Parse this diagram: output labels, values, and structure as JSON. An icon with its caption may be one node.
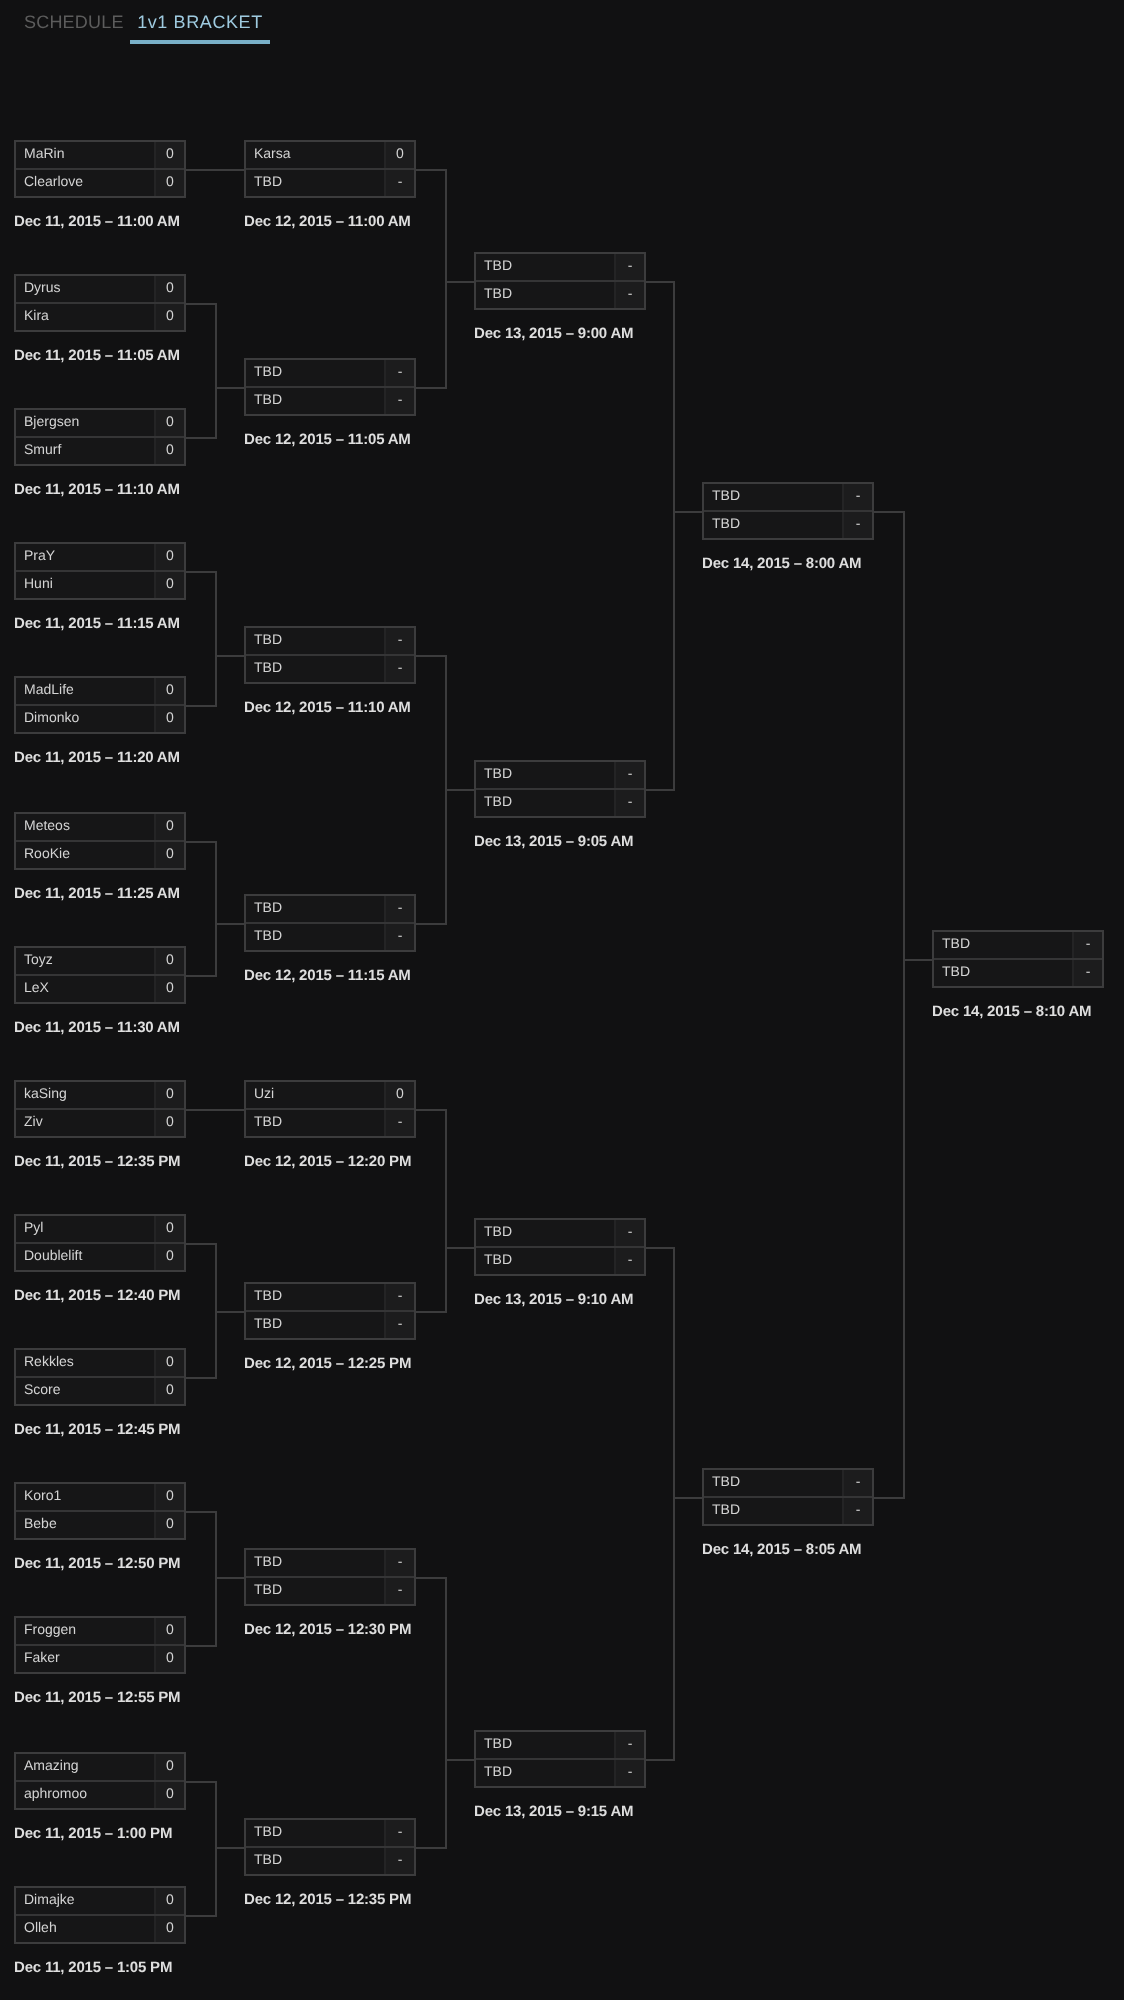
{
  "diagram": {
    "nodes": [
      {
        "text": [
          "MaRin",
          "0",
          "Clearlove",
          "0"
        ],
        "beside": [
          "Dec 11, 2015 – 11:00 AM"
        ]
      },
      {
        "text": [
          "Dyrus",
          "0",
          "Kira",
          "0"
        ],
        "beside": [
          "Dec 11, 2015 – 11:05 AM"
        ]
      },
      {
        "text": [
          "Bjergsen",
          "0",
          "Smurf",
          "0"
        ],
        "beside": [
          "Dec 11, 2015 – 11:10 AM"
        ]
      },
      {
        "text": [
          "PraY",
          "0",
          "Huni",
          "0"
        ],
        "beside": [
          "Dec 11, 2015 – 11:15 AM"
        ]
      },
      {
        "text": [
          "MadLife",
          "0",
          "Dimonko",
          "0"
        ],
        "beside": [
          "Dec 11, 2015 – 11:20 AM"
        ]
      },
      {
        "text": [
          "Meteos",
          "0",
          "RooKie",
          "0"
        ],
        "beside": [
          "Dec 11, 2015 – 11:25 AM"
        ]
      },
      {
        "text": [
          "Toyz",
          "0",
          "LeX",
          "0"
        ],
        "beside": [
          "Dec 11, 2015 – 11:30 AM"
        ]
      },
      {
        "text": [
          "kaSing",
          "0",
          "Ziv",
          "0"
        ],
        "beside": [
          "Dec 11, 2015 – 12:35 PM"
        ]
      },
      {
        "text": [
          "Pyl",
          "0",
          "Doublelift",
          "0"
        ],
        "beside": [
          "Dec 11, 2015 – 12:40 PM"
        ]
      },
      {
        "text": [
          "Rekkles",
          "0",
          "Score",
          "0"
        ],
        "beside": [
          "Dec 11, 2015 – 12:45 PM"
        ]
      },
      {
        "text": [
          "Koro1",
          "0",
          "Bebe",
          "0"
        ],
        "beside": [
          "Dec 11, 2015 – 12:50 PM"
        ]
      },
      {
        "text": [
          "Froggen",
          "0",
          "Faker",
          "0"
        ],
        "beside": [
          "Dec 11, 2015 – 12:55 PM"
        ]
      },
      {
        "text": [
          "Amazing",
          "0",
          "aphromoo",
          "0"
        ],
        "beside": [
          "Dec 11, 2015 – 1:00 PM"
        ]
      },
      {
        "text": [
          "Dimajke",
          "0",
          "Olleh",
          "0"
        ],
        "beside": [
          "Dec 11, 2015 – 1:05 PM"
        ]
      },
      {
        "text": [
          "Karsa",
          "0",
          "TBD",
          "-"
        ],
        "beside": [
          "Dec 12, 2015 – 11:00 AM"
        ]
      },
      {
        "text": [
          "TBD",
          "-",
          "TBD",
          "-"
        ],
        "beside": [
          "Dec 12, 2015 – 11:05 AM"
        ]
      },
      {
        "text": [
          "TBD",
          "-",
          "TBD",
          "-"
        ],
        "beside": [
          "Dec 12, 2015 – 11:10 AM"
        ]
      },
      {
        "text": [
          "TBD",
          "-",
          "TBD",
          "-"
        ],
        "beside": [
          "Dec 12, 2015 – 11:15 AM"
        ]
      },
      {
        "text": [
          "Uzi",
          "0",
          "TBD",
          "-"
        ],
        "beside": [
          "Dec 12, 2015 – 12:20 PM"
        ]
      },
      {
        "text": [
          "TBD",
          "-",
          "TBD",
          "-"
        ],
        "beside": [
          "Dec 12, 2015 – 12:25 PM"
        ]
      },
      {
        "text": [
          "TBD",
          "-",
          "TBD",
          "-"
        ],
        "beside": [
          "Dec 12, 2015 – 12:30 PM"
        ]
      },
      {
        "text": [
          "TBD",
          "-",
          "TBD",
          "-"
        ],
        "beside": [
          "Dec 12, 2015 – 12:35 PM"
        ]
      },
      {
        "text": [
          "TBD",
          "-",
          "TBD",
          "-"
        ],
        "beside": [
          "Dec 13, 2015 – 9:00 AM"
        ]
      },
      {
        "text": [
          "TBD",
          "-",
          "TBD",
          "-"
        ],
        "beside": [
          "Dec 13, 2015 – 9:05 AM"
        ]
      },
      {
        "text": [
          "TBD",
          "-",
          "TBD",
          "-"
        ],
        "beside": [
          "Dec 13, 2015 – 9:10 AM"
        ]
      },
      {
        "text": [
          "TBD",
          "-",
          "TBD",
          "-"
        ],
        "beside": [
          "Dec 13, 2015 – 9:15 AM"
        ]
      },
      {
        "text": [
          "TBD",
          "-",
          "TBD",
          "-"
        ],
        "beside": [
          "Dec 14, 2015 – 8:00 AM"
        ]
      },
      {
        "text": [
          "TBD",
          "-",
          "TBD",
          "-"
        ],
        "beside": [
          "Dec 14, 2015 – 8:05 AM"
        ]
      },
      {
        "text": [
          "TBD",
          "-",
          "TBD",
          "-"
        ],
        "beside": [
          "Dec 14, 2015 – 8:10 AM"
        ]
      }
    ],
    "edges": [
      {
        "from": 0,
        "to": 14,
        "arrow": "none"
      },
      {
        "from": 1,
        "to": 15,
        "arrow": "none"
      },
      {
        "from": 2,
        "to": 15,
        "arrow": "none"
      },
      {
        "from": 3,
        "to": 16,
        "arrow": "none"
      },
      {
        "from": 4,
        "to": 16,
        "arrow": "none"
      },
      {
        "from": 5,
        "to": 17,
        "arrow": "none"
      },
      {
        "from": 6,
        "to": 17,
        "arrow": "none"
      },
      {
        "from": 7,
        "to": 18,
        "arrow": "none"
      },
      {
        "from": 8,
        "to": 19,
        "arrow": "none"
      },
      {
        "from": 9,
        "to": 19,
        "arrow": "none"
      },
      {
        "from": 10,
        "to": 20,
        "arrow": "none"
      },
      {
        "from": 11,
        "to": 20,
        "arrow": "none"
      },
      {
        "from": 12,
        "to": 21,
        "arrow": "none"
      },
      {
        "from": 13,
        "to": 21,
        "arrow": "none"
      },
      {
        "from": 14,
        "to": 22,
        "arrow": "none"
      },
      {
        "from": 15,
        "to": 22,
        "arrow": "none"
      },
      {
        "from": 16,
        "to": 23,
        "arrow": "none"
      },
      {
        "from": 17,
        "to": 23,
        "arrow": "none"
      },
      {
        "from": 18,
        "to": 24,
        "arrow": "none"
      },
      {
        "from": 19,
        "to": 24,
        "arrow": "none"
      },
      {
        "from": 20,
        "to": 25,
        "arrow": "none"
      },
      {
        "from": 21,
        "to": 25,
        "arrow": "none"
      },
      {
        "from": 22,
        "to": 26,
        "arrow": "none"
      },
      {
        "from": 23,
        "to": 26,
        "arrow": "none"
      },
      {
        "from": 24,
        "to": 27,
        "arrow": "none"
      },
      {
        "from": 25,
        "to": 27,
        "arrow": "none"
      },
      {
        "from": 26,
        "to": 28,
        "arrow": "none"
      },
      {
        "from": 27,
        "to": 28,
        "arrow": "none"
      }
    ],
    "labels": [
      "SCHEDULE",
      "1v1 BRACKET"
    ]
  }
}
